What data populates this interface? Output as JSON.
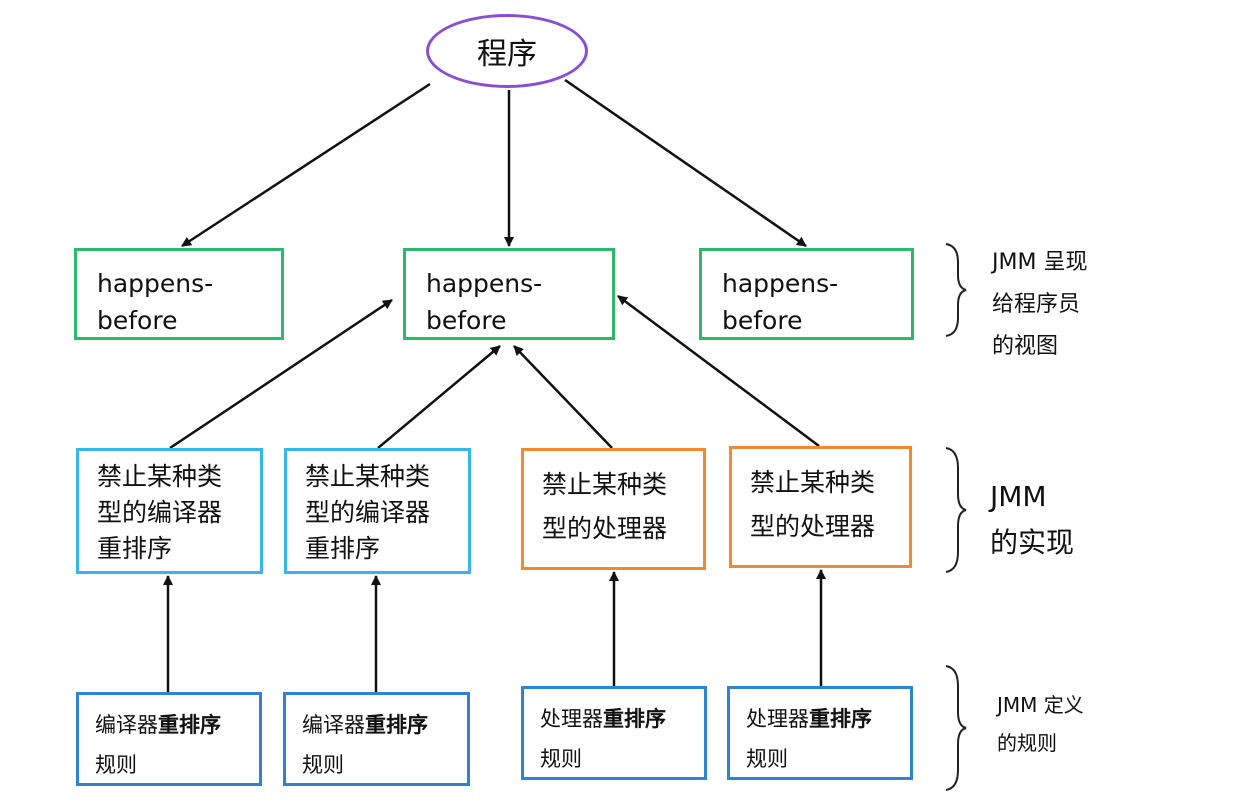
{
  "root": "程序",
  "happens_before": [
    {
      "line1": "happens-",
      "line2": "before"
    },
    {
      "line1": "happens-",
      "line2": "before"
    },
    {
      "line1": "happens-",
      "line2": "before"
    }
  ],
  "compiler_boxes": [
    {
      "line1": "禁止某种类",
      "line2": "型的编译器",
      "line3": "重排序"
    },
    {
      "line1": "禁止某种类",
      "line2": "型的编译器",
      "line3": "重排序"
    }
  ],
  "processor_boxes": [
    {
      "line1": "禁止某种类",
      "line2": "型的处理器"
    },
    {
      "line1": "禁止某种类",
      "line2": "型的处理器"
    }
  ],
  "rule_boxes": [
    {
      "light": "编译器",
      "bold": "重排序",
      "line2": "规则"
    },
    {
      "light": "编译器",
      "bold": "重排序",
      "line2": "规则"
    },
    {
      "light": "处理器",
      "bold": "重排序",
      "line2": "规则"
    },
    {
      "light": "处理器",
      "bold": "重排序",
      "line2": "规则"
    }
  ],
  "labels": {
    "view": {
      "line1": "JMM 呈现",
      "line2": "给程序员",
      "line3": "的视图"
    },
    "impl": {
      "line1": "JMM",
      "line2": "的实现"
    },
    "rules": {
      "line1": "JMM 定义",
      "line2": "的规则"
    }
  },
  "colors": {
    "ellipse": "#8a4fd0",
    "happens_before": "#2eb86b",
    "compiler": "#38b6e8",
    "processor": "#f08a2e",
    "rule": "#2f84d2"
  }
}
